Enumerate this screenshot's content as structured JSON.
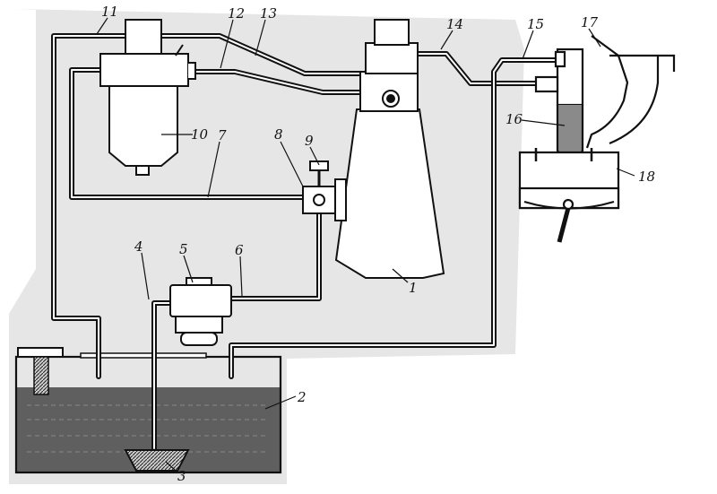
{
  "diagram": {
    "labels": {
      "l1": "1",
      "l2": "2",
      "l3": "3",
      "l4": "4",
      "l5": "5",
      "l6": "6",
      "l7": "7",
      "l8": "8",
      "l9": "9",
      "l10": "10",
      "l11": "11",
      "l12": "12",
      "l13": "13",
      "l14": "14",
      "l15": "15",
      "l16": "16",
      "l17": "17",
      "l18": "18"
    },
    "colors": {
      "paper": "#e6e6e6",
      "ink": "#111111",
      "fuel": "#5f5f5f",
      "white": "#ffffff"
    }
  }
}
